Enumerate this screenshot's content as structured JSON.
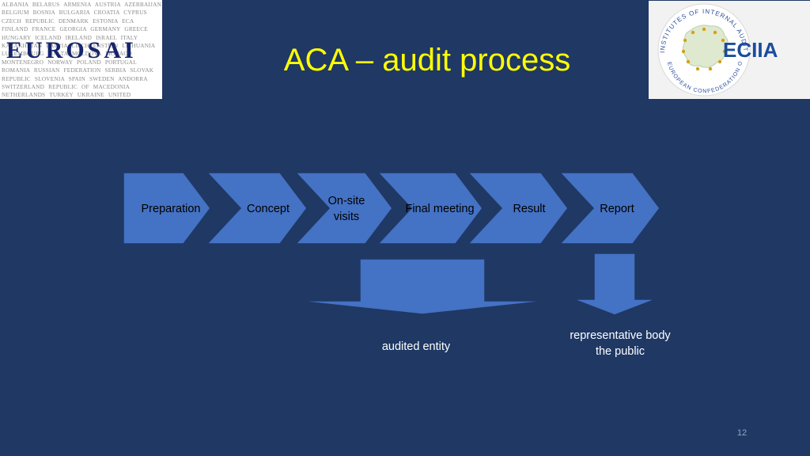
{
  "slide": {
    "title": "ACA – audit process",
    "page_number": "12"
  },
  "logos": {
    "eurosai": {
      "wordmark": "EUROSAI",
      "countries": "Albania Belarus Armenia Austria Azerbaijan Belgium Bosnia Bulgaria Croatia Cyprus Czech Republic Denmark Estonia ECA Finland France Georgia Germany Greece Hungary Iceland Ireland Israel Italy Kazakhstan Latvia Liechtenstein Lithuania Luxembourg Malta Moldova Monaco Montenegro Norway Poland Portugal Romania Russian Federation Serbia Slovak Republic Slovenia Spain Sweden Andorra Switzerland Republic of Macedonia Netherlands Turkey Ukraine United Kingdom Morocco The Former Yugoslav Republic of Macedonia"
    },
    "eciia": {
      "wordmark": "ECIIA",
      "ring_top": "INSTITUTES OF INTERNAL AUDITING",
      "ring_bottom": "EUROPEAN CONFEDERATION OF"
    }
  },
  "process": {
    "steps": [
      {
        "label": "Preparation"
      },
      {
        "label": "Concept"
      },
      {
        "label": "On-site visits",
        "lines": [
          "On-site",
          "visits"
        ]
      },
      {
        "label": "Final meeting"
      },
      {
        "label": "Result"
      },
      {
        "label": "Report"
      }
    ]
  },
  "outcomes": {
    "audited_entity": "audited entity",
    "report_recipients": [
      "representative body",
      "the public"
    ]
  },
  "colors": {
    "background": "#1f3864",
    "shape_fill": "#4472c4",
    "shape_border": "#203864",
    "title": "#ffff00",
    "outcome_text": "#ffffff",
    "eurosai_blue": "#16256b",
    "eciia_blue": "#1a4c9c",
    "eciia_star": "#d4a017"
  }
}
